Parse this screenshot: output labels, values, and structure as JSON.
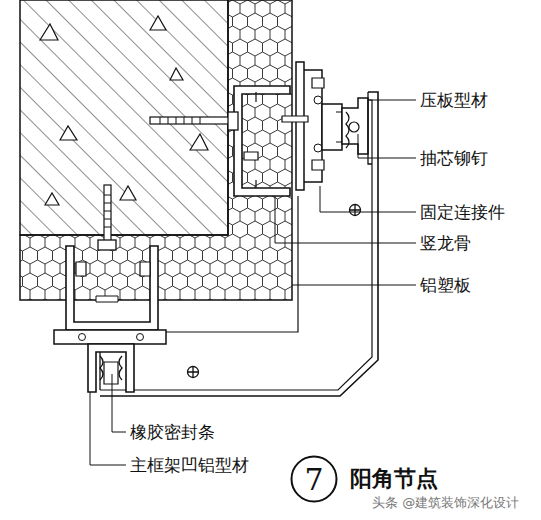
{
  "diagram": {
    "title": "阳角节点",
    "nodes": [
      {
        "text": [
          "7"
        ]
      }
    ],
    "labels": [
      "压板型材",
      "抽芯铆钉",
      "固定连接件",
      "竖龙骨",
      "铝塑板",
      "橡胶密封条",
      "主框架凹铝型材",
      "头条 @建筑装饰深化设计"
    ]
  }
}
